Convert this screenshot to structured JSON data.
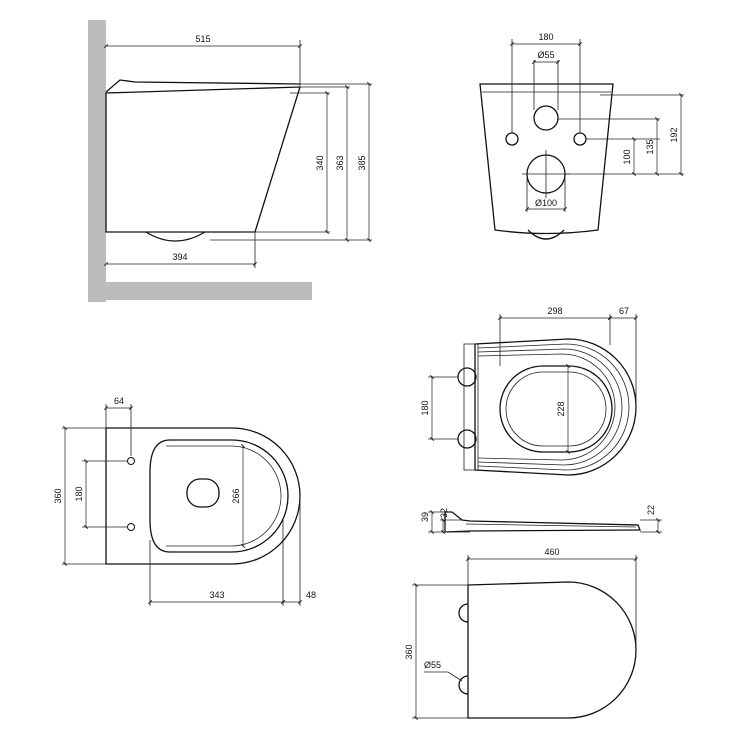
{
  "side_view": {
    "d515": "515",
    "d340": "340",
    "d363": "363",
    "d385": "385",
    "d394": "394"
  },
  "back_view": {
    "d180": "180",
    "d55": "Ø55",
    "d192": "192",
    "d135": "135",
    "d100": "100",
    "d100dia": "Ø100"
  },
  "top_view": {
    "d64": "64",
    "d360": "360",
    "d180": "180",
    "d266": "266",
    "d343": "343",
    "d48": "48"
  },
  "seat_plan": {
    "d298": "298",
    "d67": "67",
    "d180": "180",
    "d228": "228"
  },
  "seat_side": {
    "d39": "39",
    "d32": "32",
    "d22": "22"
  },
  "lid_plan": {
    "d460": "460",
    "d360": "360",
    "d55": "Ø55"
  },
  "colors": {
    "line": "#111111",
    "wall": "#bcbcbc",
    "background": "#ffffff"
  }
}
